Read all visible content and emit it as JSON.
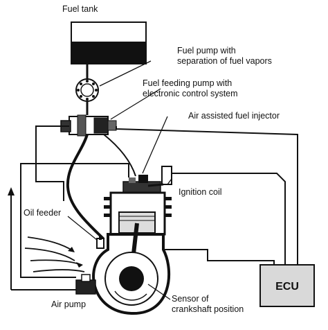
{
  "labels": {
    "fuel_tank": "Fuel tank",
    "fuel_pump_line1": "Fuel pump with",
    "fuel_pump_line2": "separation of fuel vapors",
    "feeding_pump_line1": "Fuel feeding pump with",
    "feeding_pump_line2": "electronic control system",
    "injector": "Air assisted fuel injector",
    "ignition_coil": "Ignition coil",
    "oil_feeder": "Oil feeder",
    "sensor_line1": "Sensor of",
    "sensor_line2": "crankshaft position",
    "air_pump": "Air pump",
    "ecu": "ECU"
  }
}
